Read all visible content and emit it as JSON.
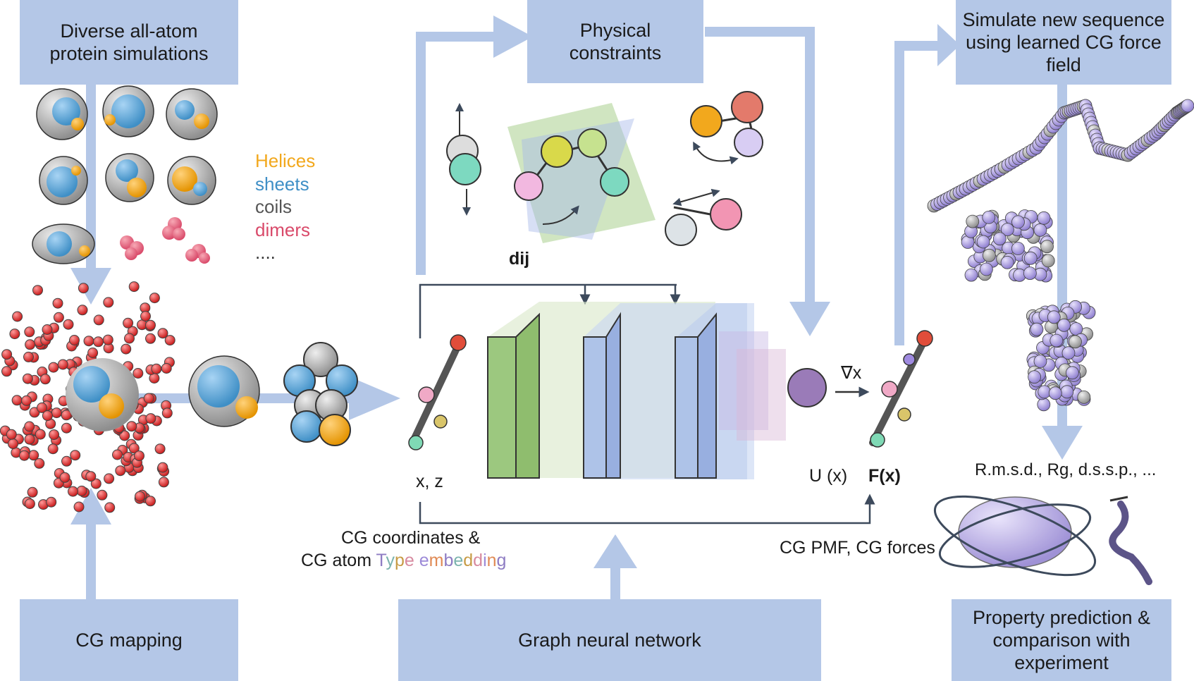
{
  "boxes": {
    "diverse": "Diverse all-atom protein simulations",
    "physical": "Physical constraints",
    "simulate": "Simulate new sequence using learned CG force field",
    "cg_mapping": "CG mapping",
    "gnn": "Graph neural network",
    "property": "Property prediction & comparison with experiment"
  },
  "legend": {
    "helices": "Helices",
    "sheets": "sheets",
    "coils": "coils",
    "dimers": "dimers",
    "more": "...."
  },
  "labels": {
    "dij": "dij",
    "x_z": "x, z",
    "grad": "∇x",
    "u_x": "U (x)",
    "f_x": "F(x)",
    "properties": "R.m.s.d., Rg, d.s.s.p., ...",
    "cg_coords_line1": "CG coordinates &",
    "cg_coords_line2_prefix": "CG atom ",
    "cg_coords_type": [
      "T",
      "y",
      "p",
      "e"
    ],
    "cg_coords_embedding": [
      "e",
      "m",
      "b",
      "e",
      "d",
      "d",
      "i",
      "n",
      "g"
    ],
    "cg_pmf": "CG PMF, CG forces"
  },
  "colors": {
    "box_fill": "#b4c7e7",
    "arrow": "#b4c7e7",
    "helices": "#f2a81d",
    "sheets": "#3f8fc6",
    "coils": "#555555",
    "dimers": "#d94a6a",
    "layer_green": "#9cc87f",
    "layer_blue": "#aec3e8",
    "potential": "#9a7bb8",
    "predicted_protein": "#b7a8e6"
  }
}
